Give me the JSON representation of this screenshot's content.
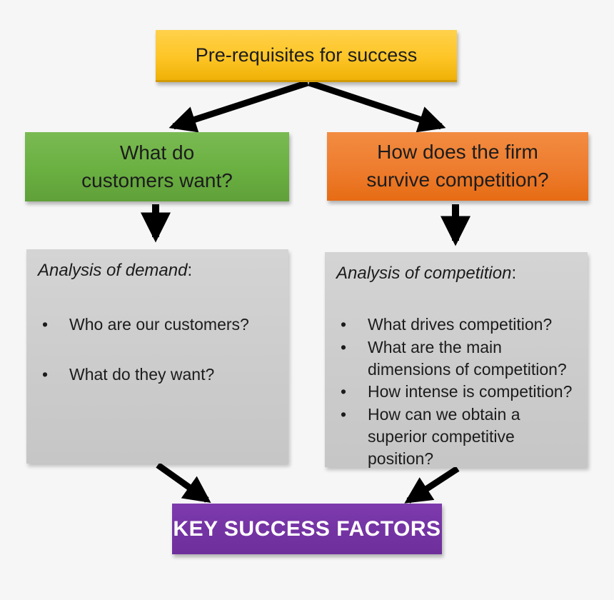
{
  "diagram": {
    "background_color": "#f6f6f6",
    "arrow_color": "#000000",
    "title_box": {
      "label": "Pre-requisites for success",
      "color": "#fdc526"
    },
    "left_branch_box": {
      "line1": "What do",
      "line2": "customers want?",
      "color": "#6ab041"
    },
    "right_branch_box": {
      "line1": "How does the firm",
      "line2": "survive competition?",
      "color": "#ee7c2e"
    },
    "left_panel": {
      "heading": "Analysis of demand",
      "colon": ":",
      "color": "#cbcbcb",
      "bullets": [
        "Who are our customers?",
        "What do they want?"
      ]
    },
    "right_panel": {
      "heading": "Analysis of competition",
      "colon": ":",
      "color": "#cbcbcb",
      "bullets": [
        "What drives competition?",
        "What are the main dimensions of competition?",
        "How intense is competition?",
        "How can we obtain a superior competitive position?"
      ]
    },
    "result_box": {
      "label": "KEY SUCCESS FACTORS",
      "color": "#7433a3"
    }
  }
}
